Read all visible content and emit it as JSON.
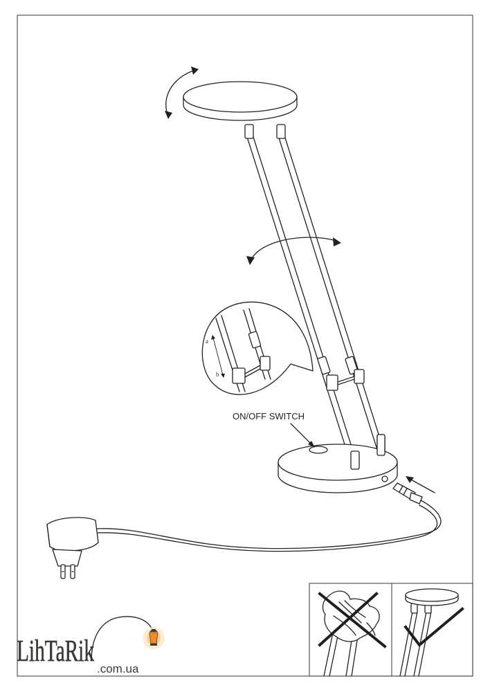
{
  "diagram": {
    "switch_label": "ON/OFF SWITCH",
    "detail_label_a": "a",
    "detail_label_b": "b"
  },
  "logo": {
    "text": "LihTaRik",
    "domain": ".com.ua",
    "text_color": "#3b3a36",
    "lamp_color": "#f28c28"
  },
  "colors": {
    "line": "#231f20",
    "background": "#ffffff"
  }
}
